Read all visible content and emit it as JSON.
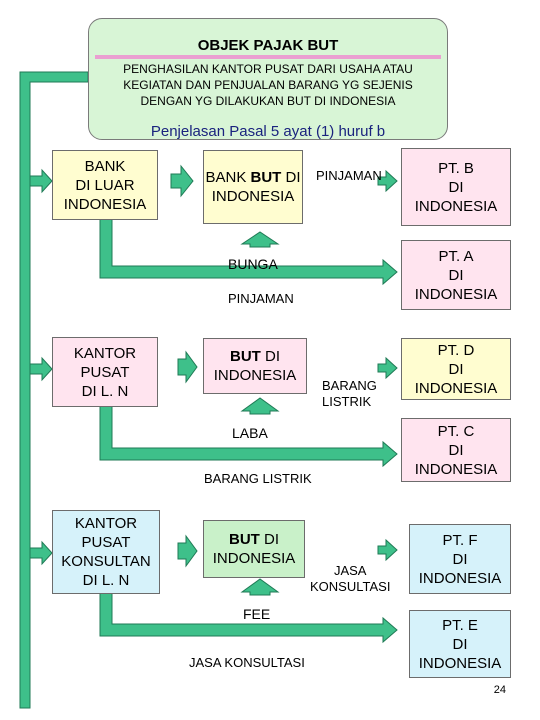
{
  "header": {
    "title": "OBJEK PAJAK BUT",
    "description": "PENGHASILAN KANTOR PUSAT DARI USAHA ATAU\nKEGIATAN DAN PENJUALAN BARANG YG SEJENIS\nDENGAN YG DILAKUKAN BUT DI INDONESIA",
    "reference": "Penjelasan Pasal 5 ayat (1) huruf  b"
  },
  "rows": [
    {
      "source": "BANK\nDI LUAR\nINDONESIA",
      "but_prefix": "BANK ",
      "but_bold": "BUT",
      "but_suffix": " DI\nINDONESIA",
      "flow_label": "PINJAMAN",
      "target_top": "PT. B\nDI\nINDONESIA",
      "up_label": "BUNGA",
      "target_bottom": "PT. A\nDI\nINDONESIA",
      "bottom_label": "PINJAMAN"
    },
    {
      "source": "KANTOR\nPUSAT\nDI L. N",
      "but_prefix": "",
      "but_bold": "BUT",
      "but_suffix": " DI\nINDONESIA",
      "flow_label": "BARANG\nLISTRIK",
      "target_top": "PT. D\nDI\nINDONESIA",
      "up_label": "LABA",
      "target_bottom": "PT. C\nDI\nINDONESIA",
      "bottom_label": "BARANG LISTRIK"
    },
    {
      "source": "KANTOR\nPUSAT\nKONSULTAN\nDI L. N",
      "but_prefix": "",
      "but_bold": "BUT",
      "but_suffix": " DI\nINDONESIA",
      "flow_label": "JASA\nKONSULTASI",
      "target_top": "PT. F\nDI\nINDONESIA",
      "up_label": "FEE",
      "target_bottom": "PT. E\nDI\nINDONESIA",
      "bottom_label": "JASA KONSULTASI"
    }
  ],
  "page_number": "24",
  "colors": {
    "arrow_fill": "#3ec08a",
    "arrow_stroke": "#1f7a55",
    "header_bg": "#d8f5d6",
    "header_line": "#ea9fd1"
  }
}
